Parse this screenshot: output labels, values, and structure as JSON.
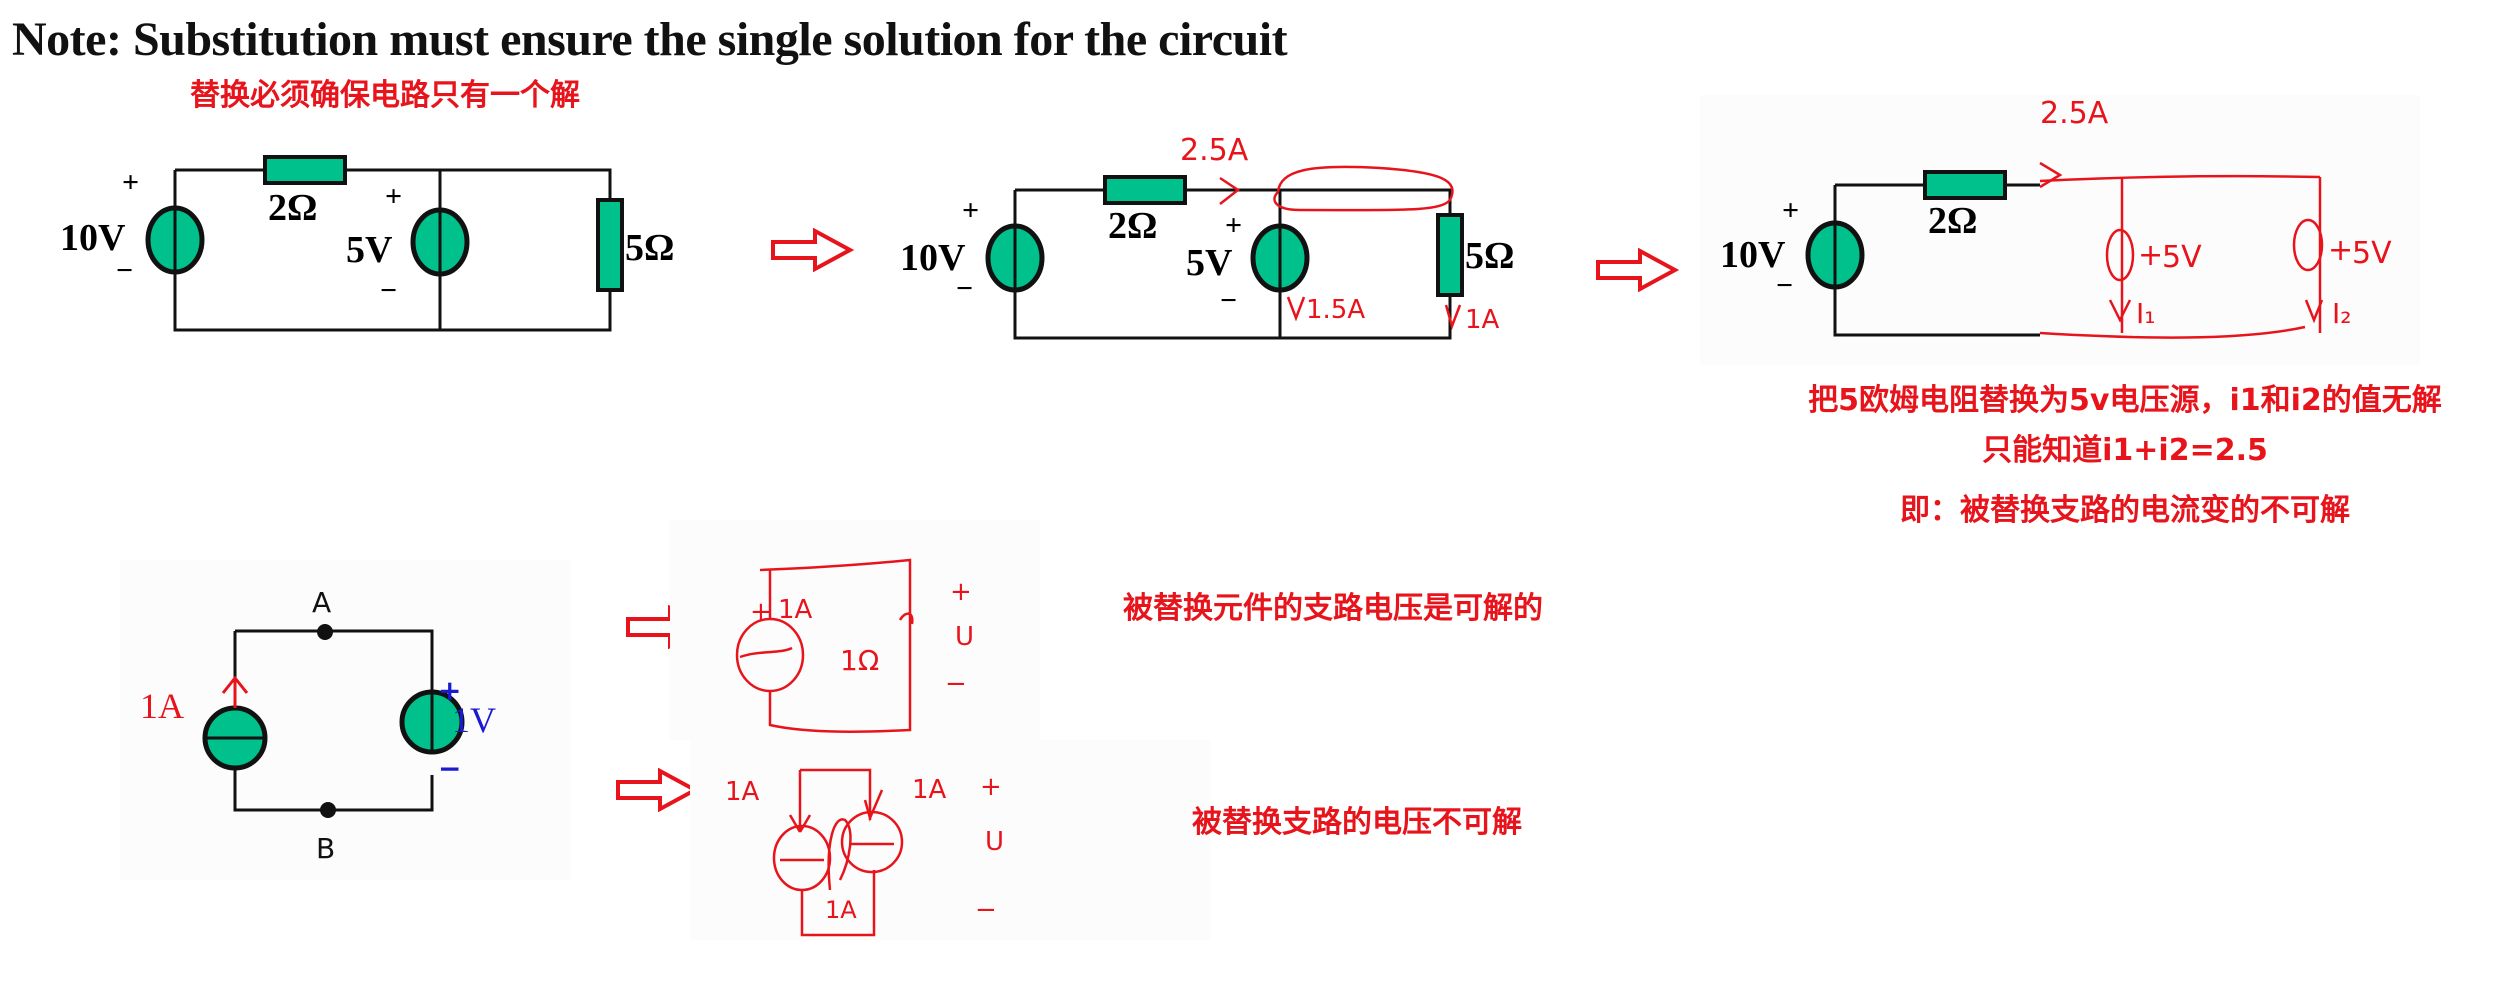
{
  "title": "Note: Substitution must ensure the single solution for the circuit",
  "subtitle_cn": "替换必须确保电路只有一个解",
  "colors": {
    "component_fill": "#00c08b",
    "annotation_red": "#e8141c",
    "wire": "#111111",
    "label_blue": "#1a1ad0"
  },
  "circuit1": {
    "source1_label": "10V",
    "resistor1_label": "2Ω",
    "source2_label": "5V",
    "resistor2_label": "5Ω",
    "plus": "+",
    "minus": "−"
  },
  "circuit2": {
    "source1_label": "10V",
    "resistor1_label": "2Ω",
    "source2_label": "5V",
    "resistor2_label": "5Ω",
    "current_total": "2.5A",
    "current_source_branch": "1.5A",
    "current_resistor_branch": "1A",
    "plus": "+",
    "minus": "−"
  },
  "circuit3": {
    "source1_label": "10V",
    "resistor1_label": "2Ω",
    "current_total": "2.5A",
    "source_a_label": "5V",
    "source_b_label": "5V",
    "current_i1": "I₁",
    "current_i2": "I₂",
    "plus": "+",
    "minus": "−"
  },
  "right_notes": [
    "把5欧姆电阻替换为5v电压源，i1和i2的值无解",
    "只能知道i1+i2=2.5",
    "即：被替换支路的电流变的不可解"
  ],
  "circuit4": {
    "current_label": "1A",
    "voltage_label": "1V",
    "node_a": "A",
    "node_b": "B",
    "plus": "+",
    "minus": "−"
  },
  "sketch1": {
    "source_label": "1A",
    "resistor_label": "1Ω",
    "plus": "+",
    "voltage": "U",
    "minus": "−",
    "note": "被替换元件的支路电压是可解的"
  },
  "sketch2": {
    "source1_label": "1A",
    "source2_label": "1A",
    "loop_current": "1A",
    "plus": "+",
    "voltage": "U",
    "minus": "−",
    "note": "被替换支路的电压不可解"
  }
}
